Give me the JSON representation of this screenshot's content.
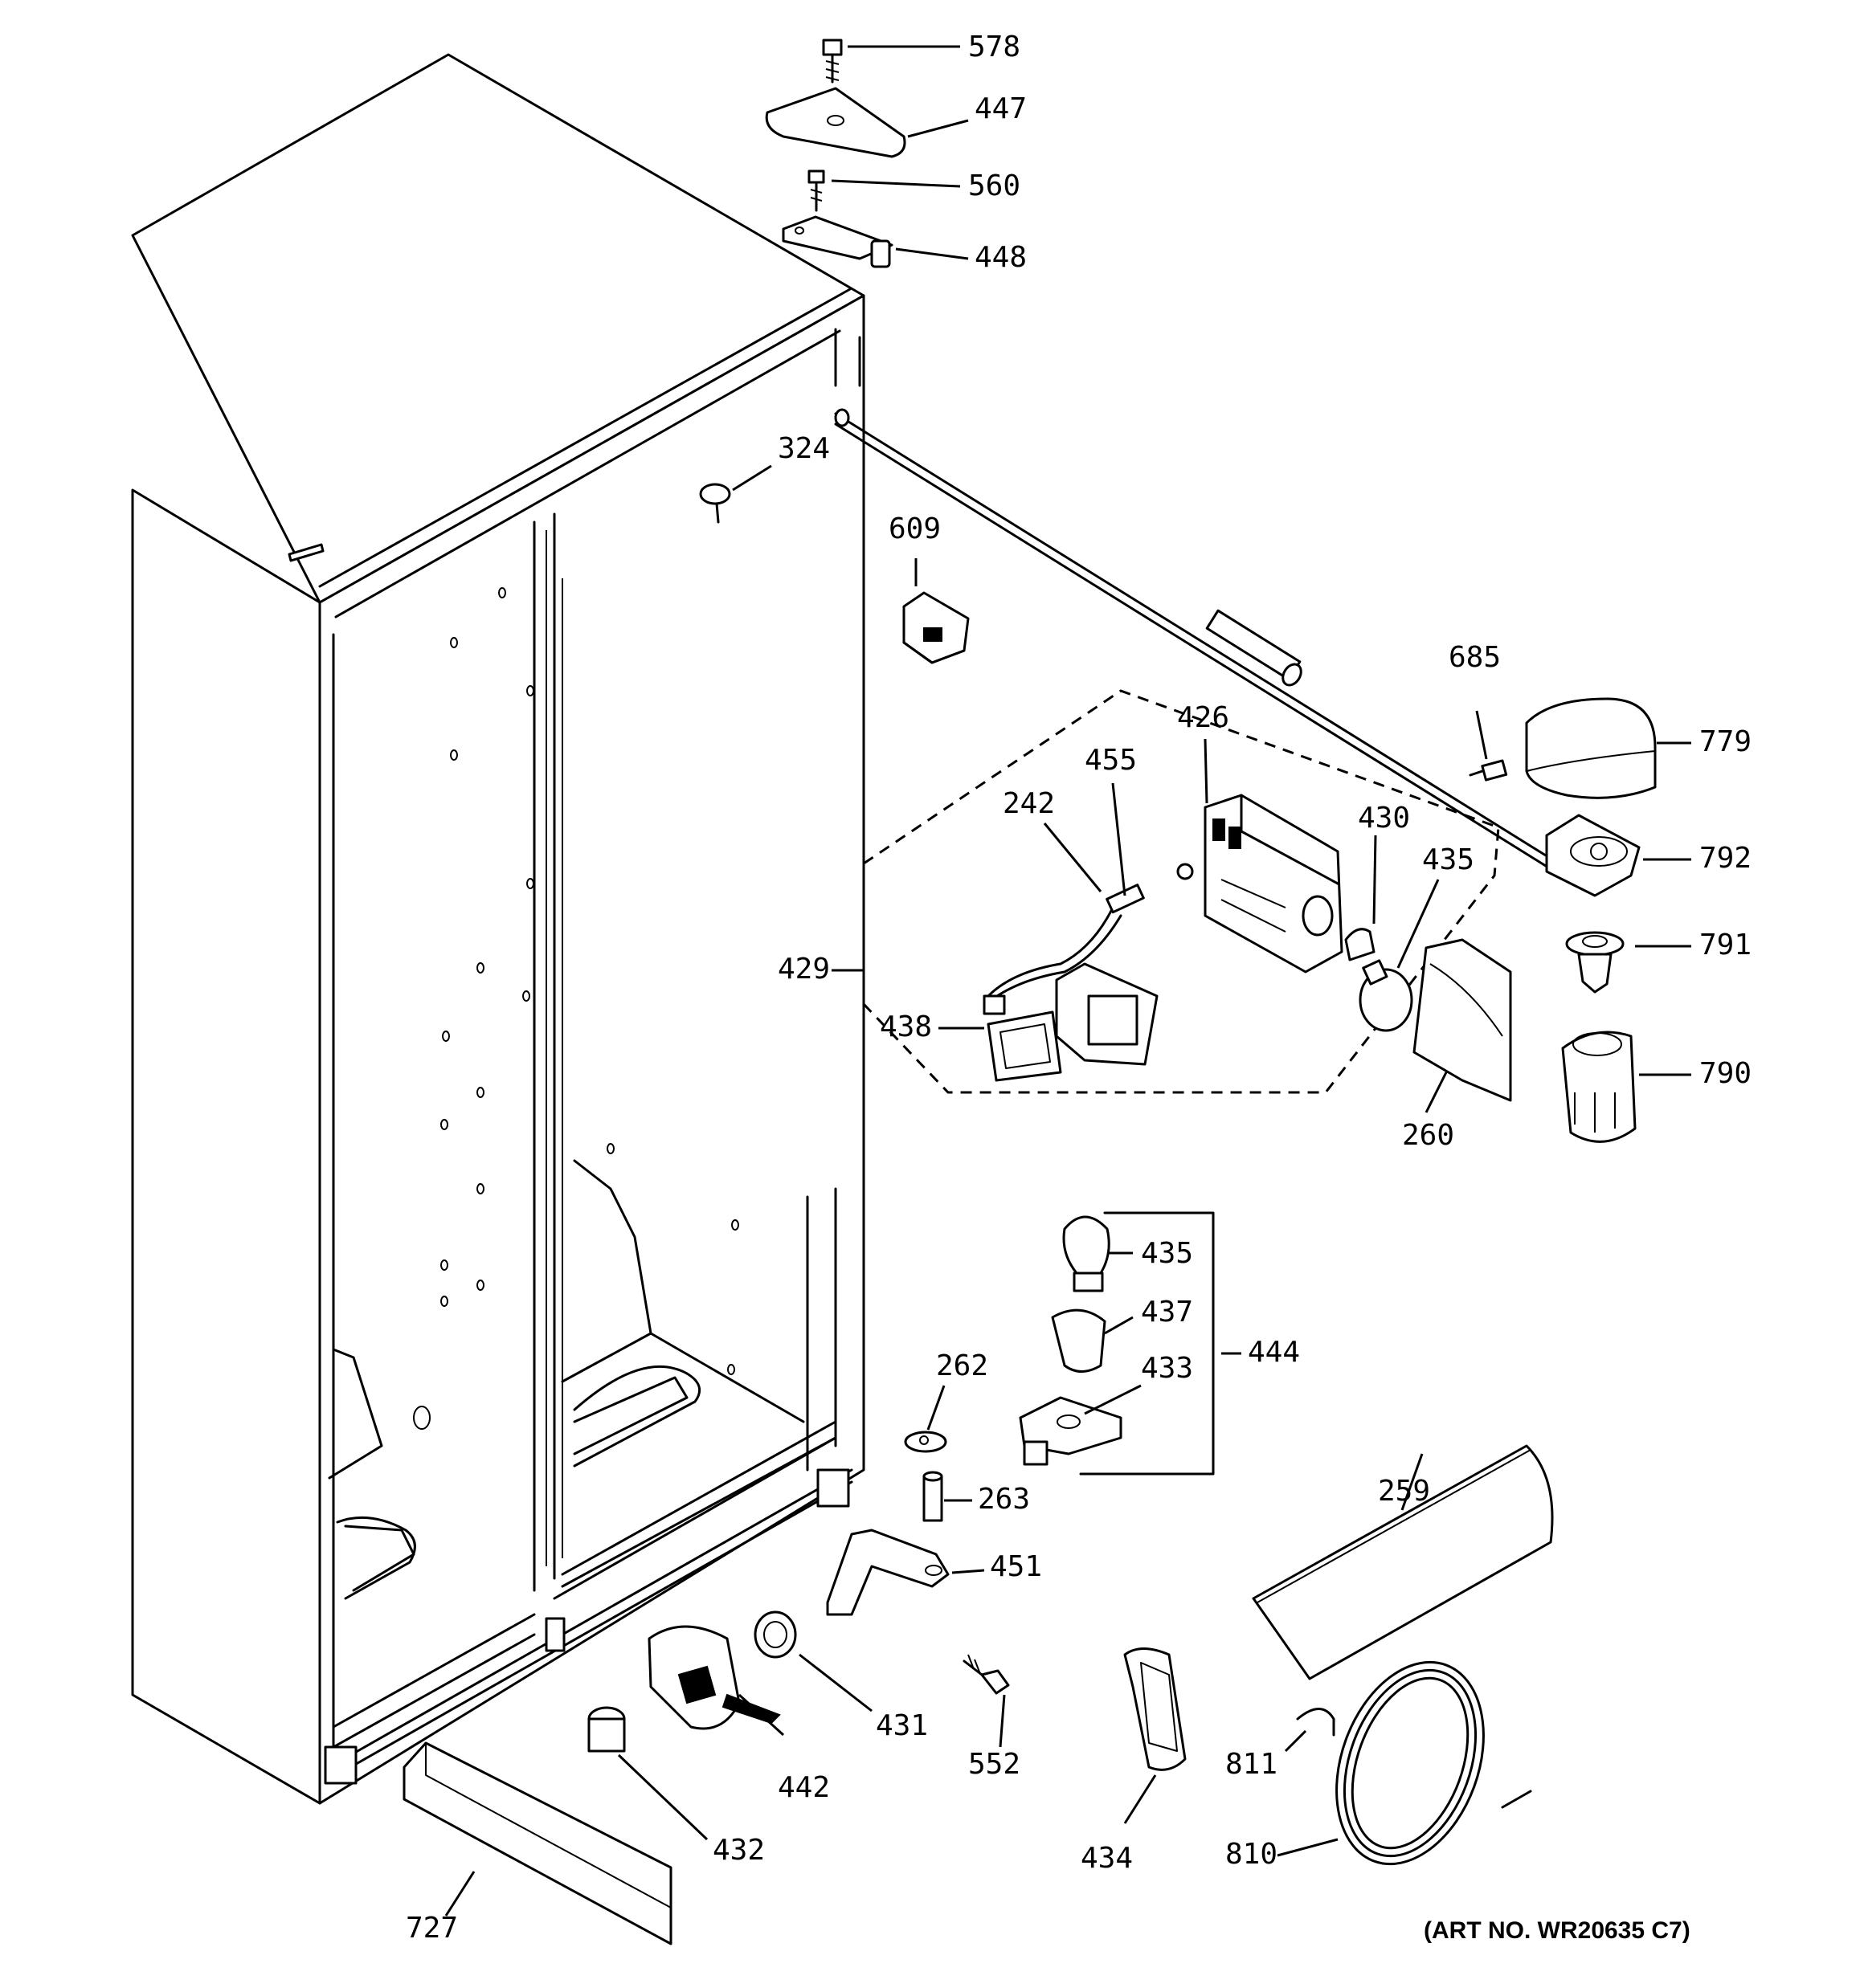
{
  "art_number": "(ART NO. WR20635 C7)",
  "callouts": [
    "578",
    "447",
    "560",
    "448",
    "324",
    "609",
    "685",
    "779",
    "426",
    "455",
    "242",
    "430",
    "435",
    "792",
    "791",
    "429",
    "438",
    "790",
    "260",
    "435",
    "437",
    "444",
    "433",
    "262",
    "263",
    "451",
    "259",
    "431",
    "442",
    "552",
    "811",
    "432",
    "434",
    "810",
    "727"
  ]
}
